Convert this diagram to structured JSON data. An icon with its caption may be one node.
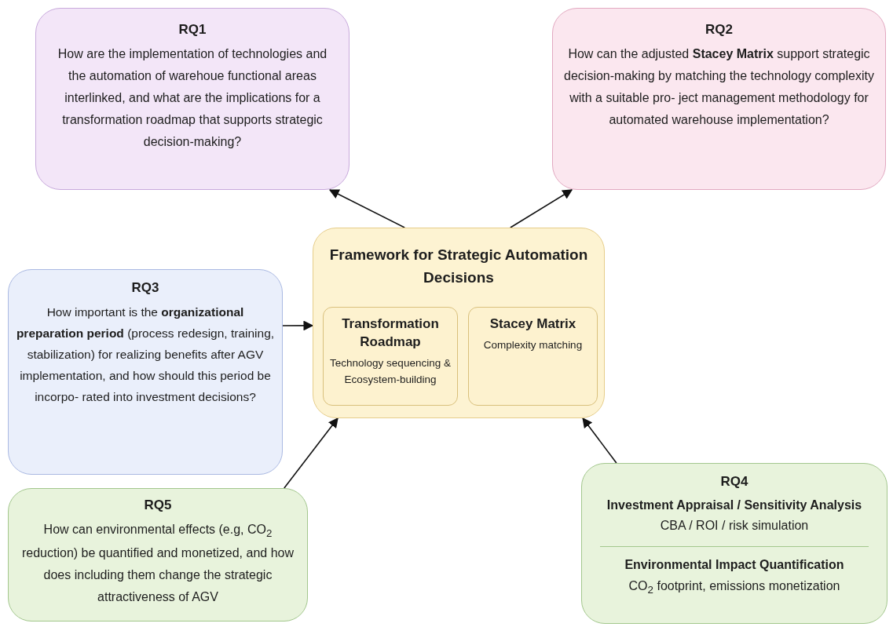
{
  "diagram": {
    "nodes": [
      {
        "text": [
          "RQ1",
          "How are the implementation of technologies and the automation of warehoue functional areas interlinked, and what are the implications for a transformation roadmap that supports strategic decision-making?"
        ]
      },
      {
        "text": [
          "RQ2",
          "How can the adjusted **Stacey Matrix** support strategic decision-making by matching the technology complexity with a suitable pro- ject management methodology for automated warehouse implementation?"
        ]
      },
      {
        "text": [
          "Framework for Strategic Automation Decisions"
        ]
      },
      {
        "text": [
          "Transformation Roadmap",
          "Technology sequencing & Ecosystem-building"
        ],
        "in": 2
      },
      {
        "text": [
          "Stacey Matrix",
          "Complexity matching"
        ],
        "in": 2
      },
      {
        "text": [
          "RQ3",
          "How important is the **organizational preparation period** (process redesign, training, stabilization) for realizing benefits after AGV implementation, and how should this period be incorpo- rated into investment decisions?"
        ]
      },
      {
        "text": [
          "RQ5",
          "How can environmental effects (e.g, CO$_{2}$ reduction) be quantified and monetized, and how does including them change the strategic attractiveness of AGV"
        ]
      },
      {
        "text": [
          "RQ4",
          "Investment Appraisal / Sensitivity Analysis",
          "CBA / ROI / risk simulation",
          "Environmental Impact Quantification",
          "CO$_{2}$ footprint, emissions monetization"
        ]
      }
    ],
    "edges": [
      {
        "from": 2,
        "to": 0,
        "arrow": "to"
      },
      {
        "from": 2,
        "to": 1,
        "arrow": "to"
      },
      {
        "from": 5,
        "to": 2,
        "arrow": "to"
      },
      {
        "from": 6,
        "to": 2,
        "arrow": "to"
      },
      {
        "from": 7,
        "to": 2,
        "arrow": "to"
      }
    ]
  }
}
